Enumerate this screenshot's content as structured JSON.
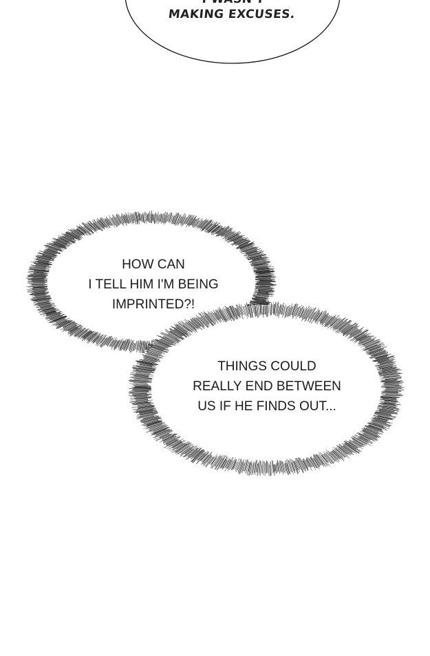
{
  "panel": {
    "top_bubble": {
      "lines": [
        "I WASN'T",
        "MAKING EXCUSES."
      ]
    },
    "thought_bubble_1": {
      "lines": [
        "HOW CAN",
        "I TELL HIM I'M BEING",
        "IMPRINTED?!"
      ]
    },
    "thought_bubble_2": {
      "lines": [
        "THINGS COULD",
        "REALLY END BETWEEN",
        "US IF HE FINDS OUT..."
      ]
    }
  }
}
